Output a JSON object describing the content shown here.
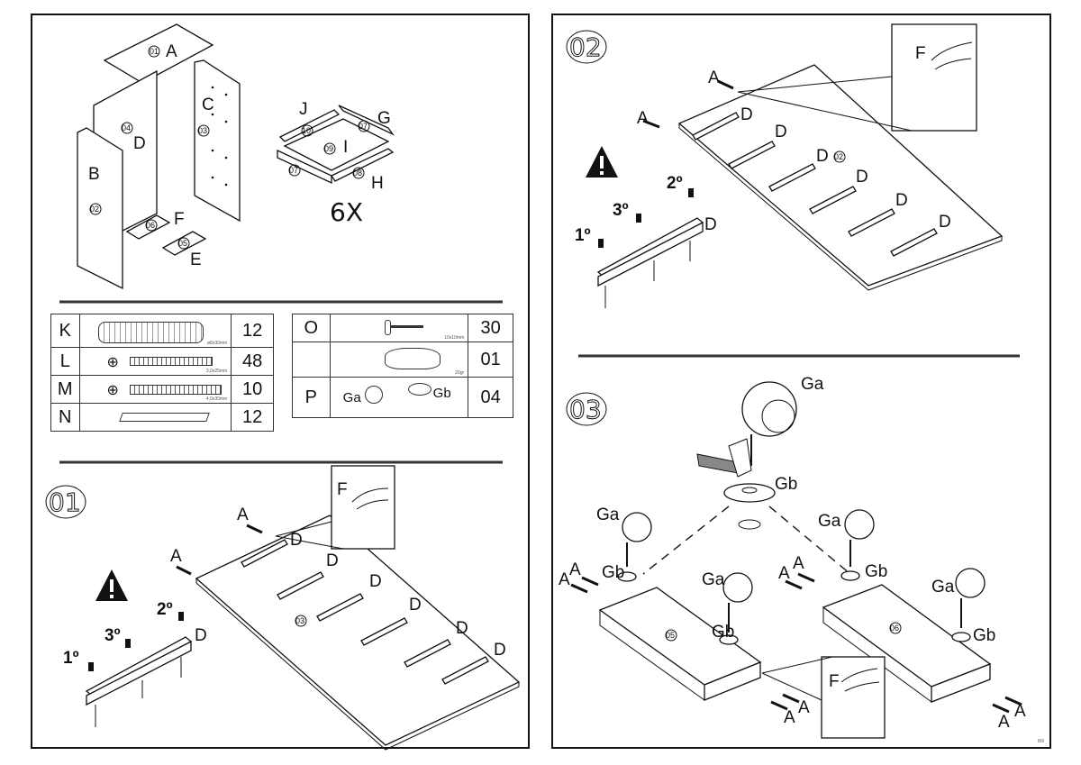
{
  "panel_parts": {
    "A": "A",
    "B": "B",
    "C": "C",
    "D": "D",
    "E": "E",
    "F": "F",
    "n01": "01",
    "n02": "02",
    "n03": "03",
    "n04": "04",
    "n05": "05",
    "n06": "06"
  },
  "drawer_parts": {
    "J": "J",
    "G": "G",
    "I": "I",
    "H": "H",
    "n10": "10",
    "n07a": "07",
    "n09": "09",
    "n08": "08",
    "n07b": "07",
    "count": "6X"
  },
  "hardware_left": [
    {
      "letter": "K",
      "dim": "ø8x30mm",
      "qty": "12"
    },
    {
      "letter": "L",
      "dim": "3,0x25mm",
      "qty": "48"
    },
    {
      "letter": "M",
      "dim": "4,0x30mm",
      "qty": "10"
    },
    {
      "letter": "N",
      "dim": "",
      "qty": "12"
    }
  ],
  "hardware_right": [
    {
      "letter": "O",
      "dim": "10x10mm",
      "qty": "30"
    },
    {
      "letter": "",
      "dim": "20gr",
      "qty": "01"
    },
    {
      "letter": "P",
      "ga": "Ga",
      "gb": "Gb",
      "qty": "04"
    }
  ],
  "step1": {
    "number": "01",
    "callout_F": "F",
    "dowel_A1": "A",
    "dowel_A2": "A",
    "runner_D": "D",
    "order_1": "1º",
    "order_2": "2º",
    "order_3": "3º",
    "panel_num": "03"
  },
  "step2": {
    "number": "02",
    "callout_F": "F",
    "dowel_A1": "A",
    "dowel_A2": "A",
    "runner_D": "D",
    "order_1": "1º",
    "order_2": "2º",
    "order_3": "3º",
    "panel_num": "02"
  },
  "step3": {
    "number": "03",
    "Ga": "Ga",
    "Gb": "Gb",
    "A": "A",
    "F": "F",
    "base_left_num": "05",
    "base_right_num": "06"
  },
  "page_number": "8/9"
}
